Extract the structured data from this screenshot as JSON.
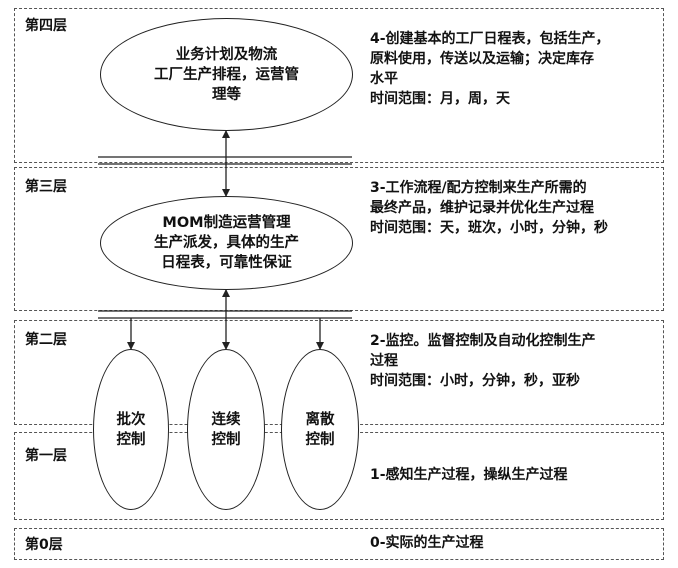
{
  "layers": [
    {
      "title": "第四层",
      "description": "4-创建基本的工厂日程表，包括生产，\n原料使用，传送以及运输；决定库存\n水平\n时间范围：月，周，天"
    },
    {
      "title": "第三层",
      "description": "3-工作流程/配方控制来生产所需的\n最终产品，维护记录并优化生产过程\n时间范围：天，班次，小时，分钟，秒"
    },
    {
      "title": "第二层",
      "description": "2-监控。监督控制及自动化控制生产\n过程\n时间范围：小时，分钟，秒，亚秒"
    },
    {
      "title": "第一层",
      "description": "1-感知生产过程，操纵生产过程"
    },
    {
      "title": "第0层",
      "description": "0-实际的生产过程"
    }
  ],
  "ovals": {
    "business": "业务计划及物流\n工厂生产排程，运营管\n理等",
    "mom": "MOM制造运营管理\n生产派发，具体的生产\n日程表，可靠性保证",
    "batch": "批次\n控制",
    "continuous": "连续\n控制",
    "discrete": "离散\n控制"
  }
}
